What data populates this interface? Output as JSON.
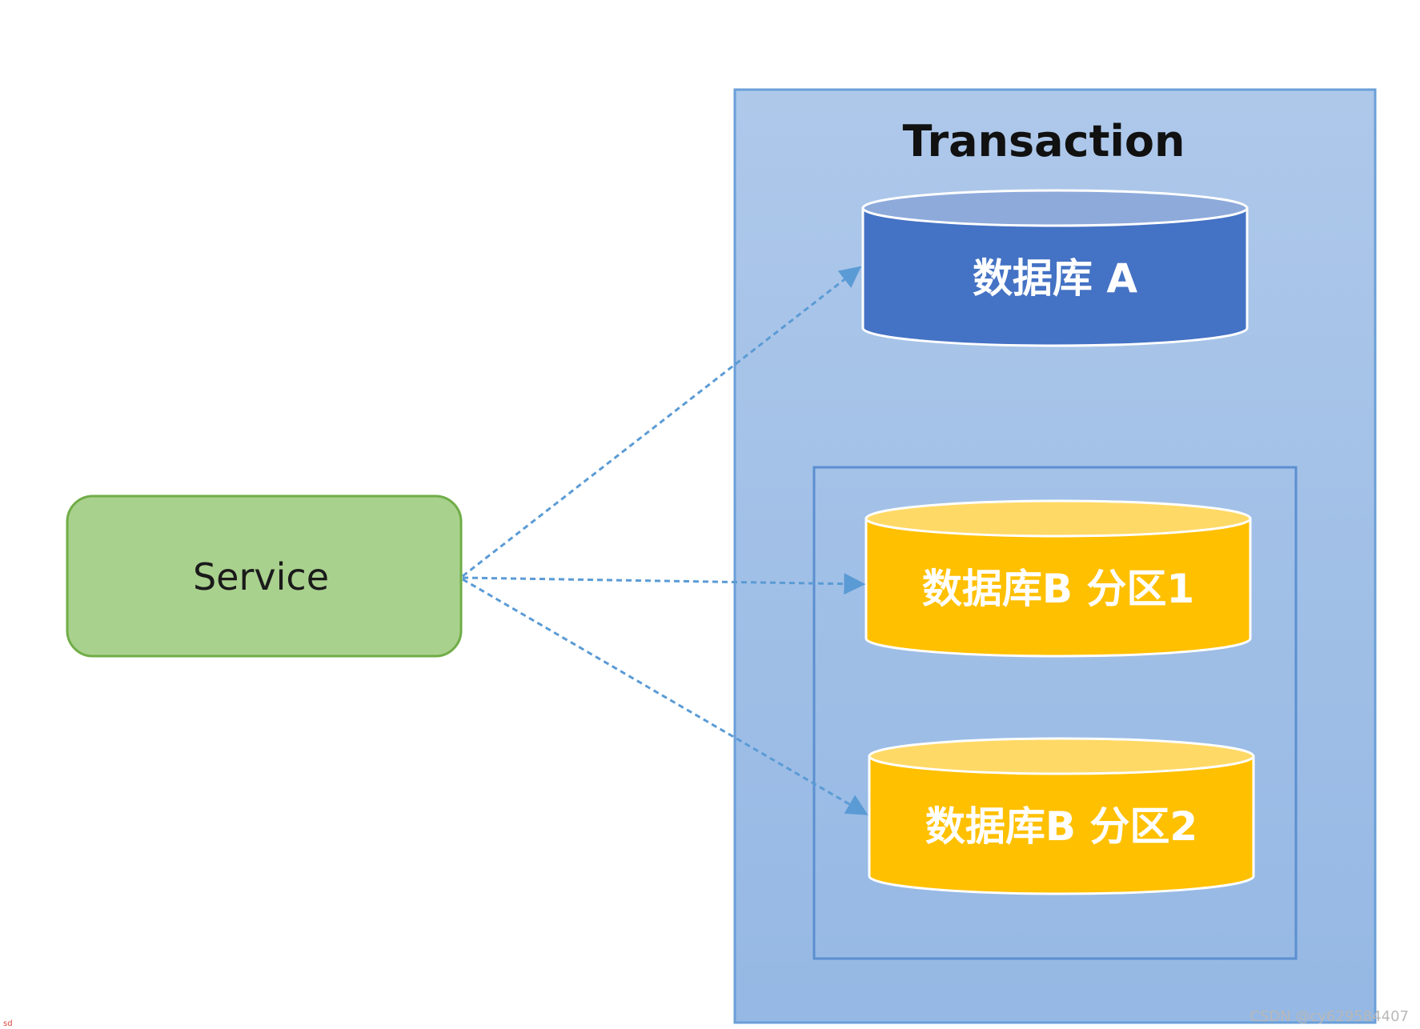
{
  "transaction": {
    "title": "Transaction"
  },
  "service": {
    "label": "Service"
  },
  "databases": [
    {
      "id": "db-a",
      "label": "数据库 A"
    },
    {
      "id": "db-b1",
      "label": "数据库B 分区1"
    },
    {
      "id": "db-b2",
      "label": "数据库B 分区2"
    }
  ],
  "watermark": "CSDN @cy629584407",
  "corner_mark": "sd",
  "colors": {
    "transaction_fill": "#a3c1e6",
    "transaction_border": "#6a9fd8",
    "inner_group_border": "#5b8fd0",
    "db_a_fill": "#4472c4",
    "db_a_top": "#8eaadb",
    "db_b_fill": "#ffc000",
    "db_b_top": "#ffd966",
    "service_fill": "#a9d18e",
    "service_border": "#70ad47",
    "arrow": "#5b9bd5"
  }
}
